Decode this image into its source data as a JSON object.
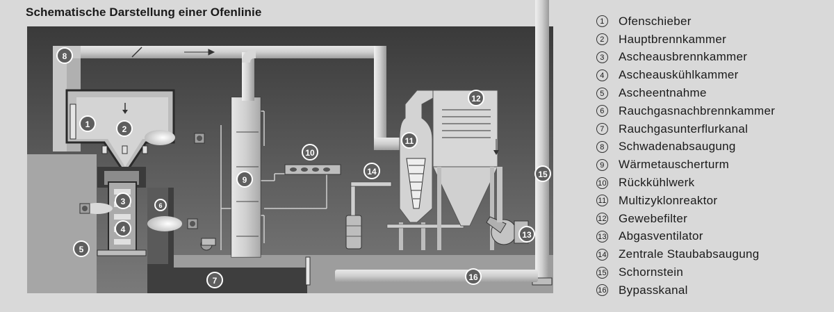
{
  "title": "Schematische Darstellung einer Ofenlinie",
  "legend": [
    {
      "num": "1",
      "label": "Ofenschieber"
    },
    {
      "num": "2",
      "label": "Hauptbrennkammer"
    },
    {
      "num": "3",
      "label": "Ascheausbrennkammer"
    },
    {
      "num": "4",
      "label": "Ascheauskühlkammer"
    },
    {
      "num": "5",
      "label": "Ascheentnahme"
    },
    {
      "num": "6",
      "label": "Rauchgasnachbrennkammer"
    },
    {
      "num": "7",
      "label": "Rauchgasunterflurkanal"
    },
    {
      "num": "8",
      "label": "Schwadenabsaugung"
    },
    {
      "num": "9",
      "label": "Wärmetauscherturm"
    },
    {
      "num": "10",
      "label": "Rückkühlwerk"
    },
    {
      "num": "11",
      "label": "Multizyklonreaktor"
    },
    {
      "num": "12",
      "label": "Gewebefilter"
    },
    {
      "num": "13",
      "label": "Abgasventilator"
    },
    {
      "num": "14",
      "label": "Zentrale Staubabsaugung"
    },
    {
      "num": "15",
      "label": "Schornstein"
    },
    {
      "num": "16",
      "label": "Bypasskanal"
    }
  ],
  "callouts": [
    "1",
    "2",
    "3",
    "4",
    "5",
    "6",
    "7",
    "8",
    "9",
    "10",
    "11",
    "12",
    "13",
    "14",
    "15",
    "16"
  ]
}
